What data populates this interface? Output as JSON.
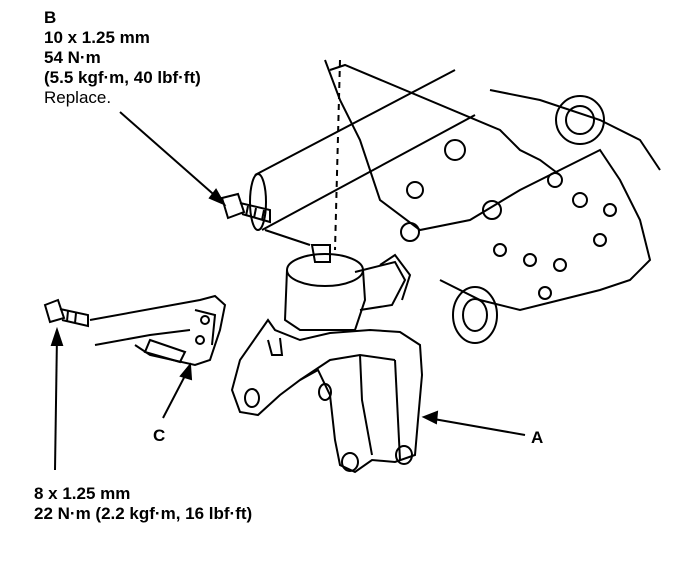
{
  "spec_b": {
    "letter": "B",
    "size": "10 x 1.25 mm",
    "torque_nm": "54 N·m",
    "torque_alt": "(5.5 kgf·m, 40 lbf·ft)",
    "note": "Replace."
  },
  "spec_small_bolt": {
    "size": "8 x 1.25 mm",
    "torque": "22 N·m (2.2 kgf·m, 16 lbf·ft)"
  },
  "callouts": {
    "a": "A",
    "c": "C"
  }
}
